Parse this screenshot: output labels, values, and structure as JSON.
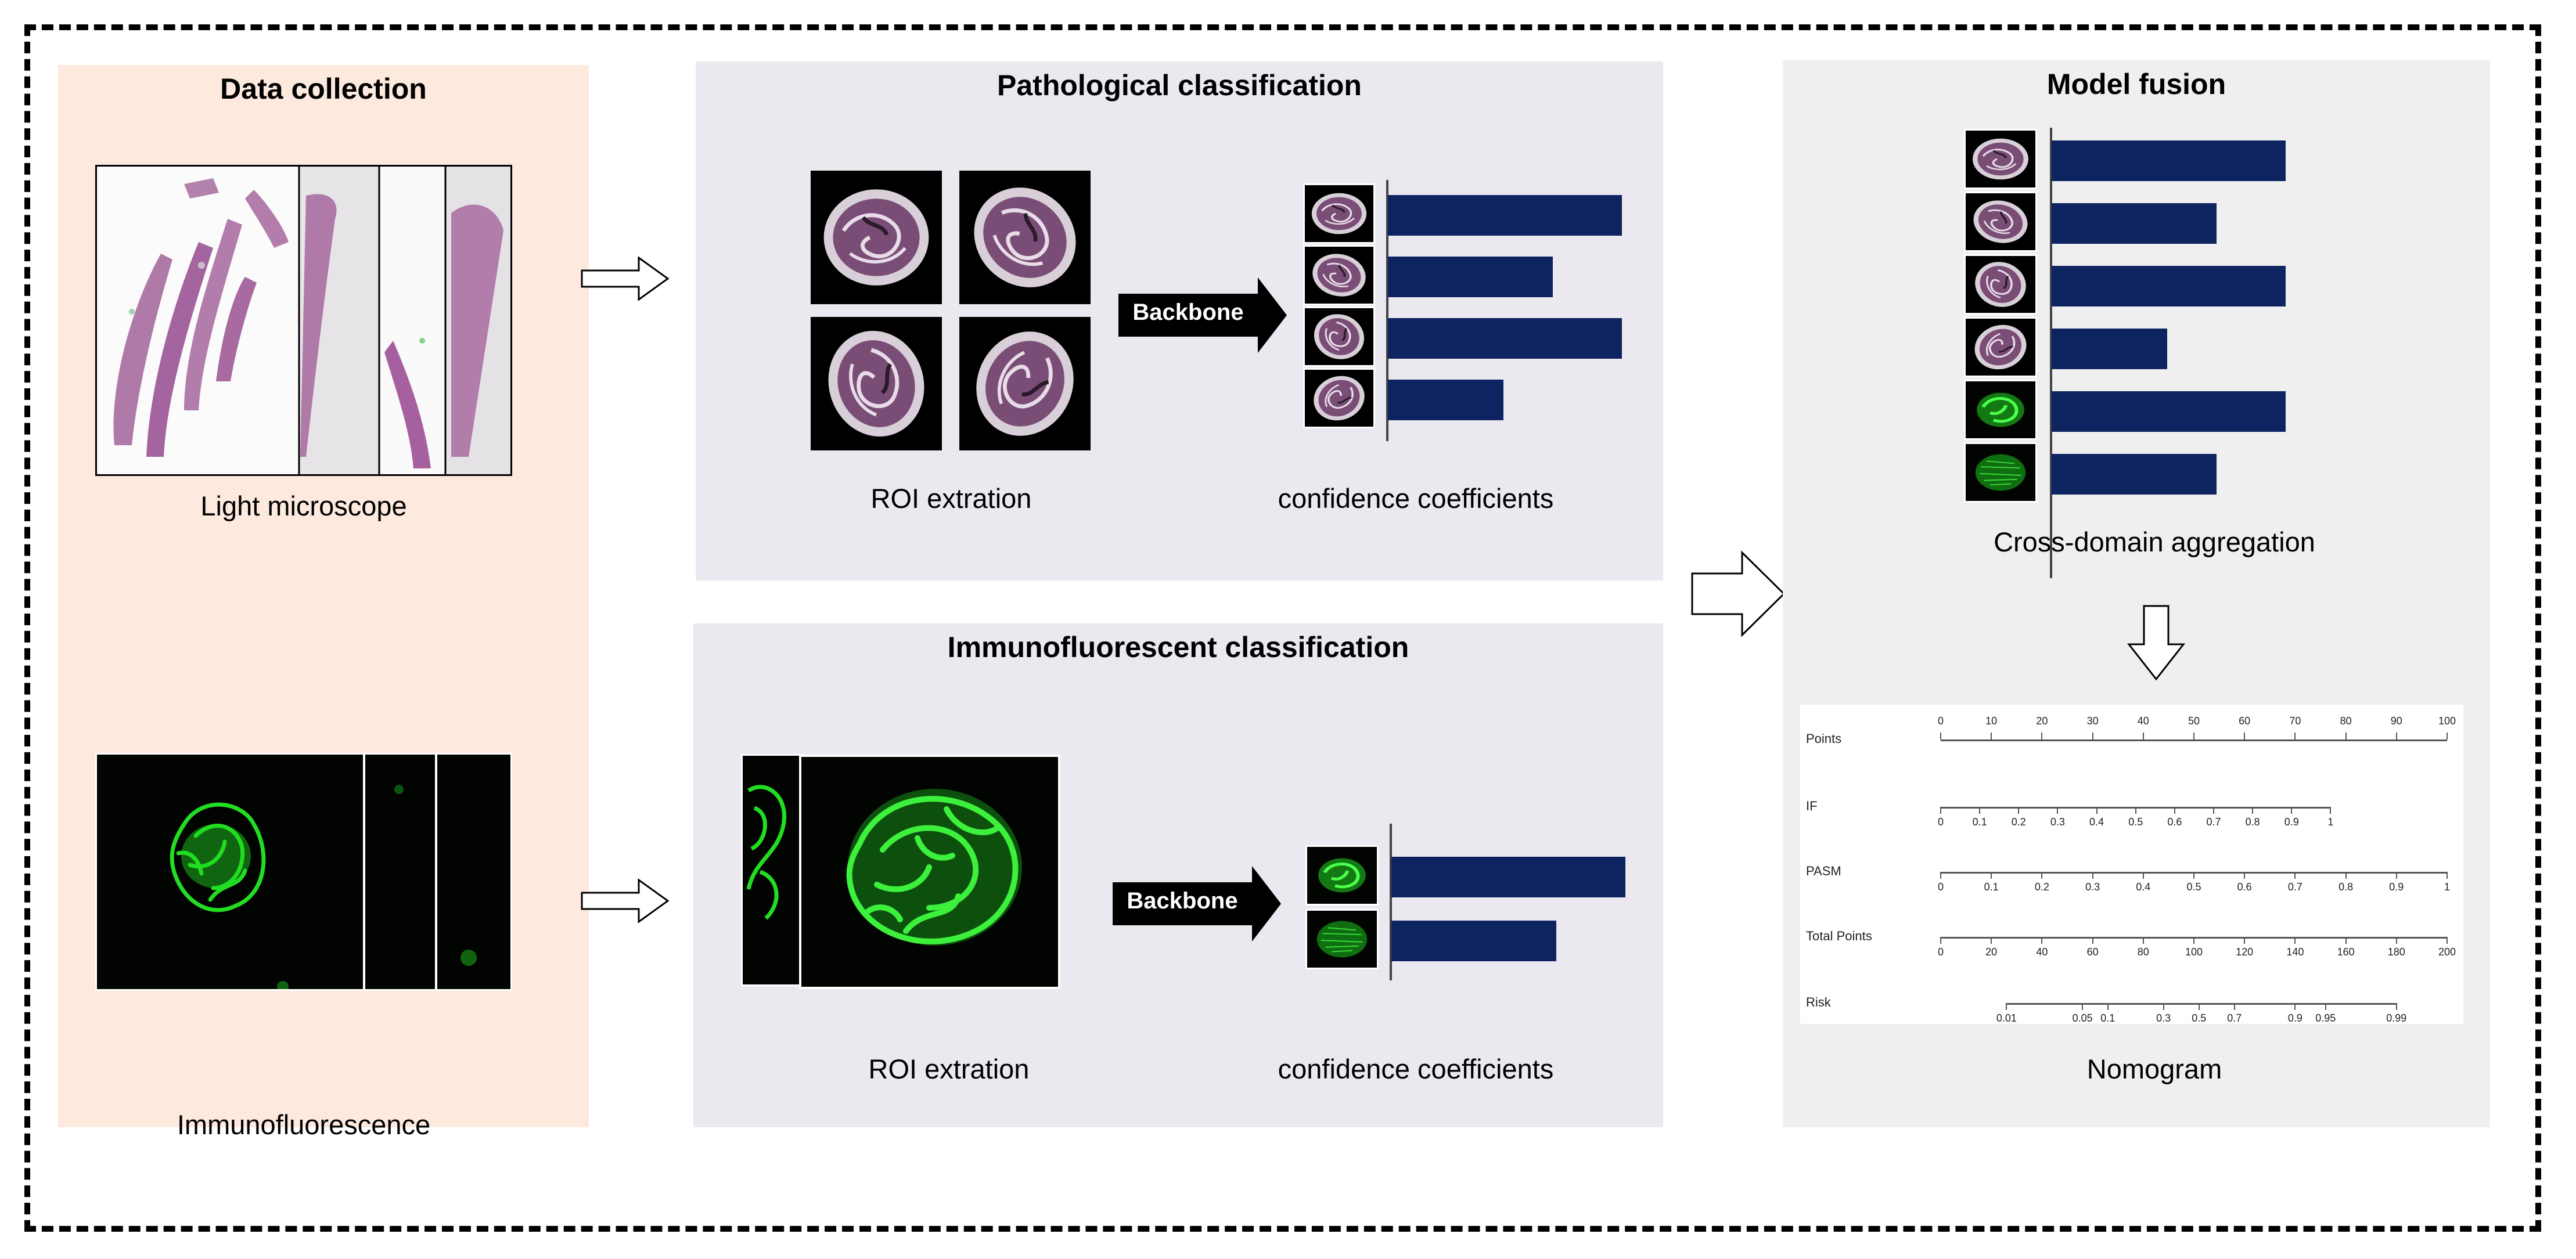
{
  "data_collection": {
    "title": "Data collection",
    "light_caption": "Light microscope",
    "if_caption": "Immunofluorescence"
  },
  "pathological": {
    "title": "Pathological classification",
    "roi_caption": "ROI extration",
    "backbone_label": "Backbone",
    "conf_caption": "confidence coefficients",
    "confidences": [
      0.95,
      0.67,
      0.95,
      0.47
    ]
  },
  "immunofluorescent": {
    "title": "Immunofluorescent classification",
    "roi_caption": "ROI extration",
    "backbone_label": "Backbone",
    "conf_caption": "confidence coefficients",
    "confidences": [
      0.95,
      0.67
    ]
  },
  "model_fusion": {
    "title": "Model fusion",
    "aggregation_caption": "Cross-domain aggregation",
    "aggregation_values": [
      0.95,
      0.67,
      0.95,
      0.47,
      0.95,
      0.67
    ],
    "nomogram_caption": "Nomogram"
  },
  "nomogram": {
    "rows": [
      {
        "label": "Points",
        "ticks": [
          "0",
          "10",
          "20",
          "30",
          "40",
          "50",
          "60",
          "70",
          "80",
          "90",
          "100"
        ],
        "positions": [
          0,
          0.1,
          0.2,
          0.3,
          0.4,
          0.5,
          0.6,
          0.7,
          0.8,
          0.9,
          1.0
        ],
        "span": [
          0,
          1.0
        ],
        "labels_above": true
      },
      {
        "label": "IF",
        "ticks": [
          "0",
          "0.1",
          "0.2",
          "0.3",
          "0.4",
          "0.5",
          "0.6",
          "0.7",
          "0.8",
          "0.9",
          "1"
        ],
        "positions": [
          0,
          0.077,
          0.154,
          0.231,
          0.308,
          0.385,
          0.462,
          0.539,
          0.616,
          0.693,
          0.77
        ],
        "span": [
          0,
          0.77
        ],
        "labels_above": false
      },
      {
        "label": "PASM",
        "ticks": [
          "0",
          "0.1",
          "0.2",
          "0.3",
          "0.4",
          "0.5",
          "0.6",
          "0.7",
          "0.8",
          "0.9",
          "1"
        ],
        "positions": [
          0,
          0.1,
          0.2,
          0.3,
          0.4,
          0.5,
          0.6,
          0.7,
          0.8,
          0.9,
          1.0
        ],
        "span": [
          0,
          1.0
        ],
        "labels_above": false
      },
      {
        "label": "Total Points",
        "ticks": [
          "0",
          "20",
          "40",
          "60",
          "80",
          "100",
          "120",
          "140",
          "160",
          "180",
          "200"
        ],
        "positions": [
          0,
          0.1,
          0.2,
          0.3,
          0.4,
          0.5,
          0.6,
          0.7,
          0.8,
          0.9,
          1.0
        ],
        "span": [
          0,
          1.0
        ],
        "labels_above": false
      },
      {
        "label": "Risk",
        "ticks": [
          "0.01",
          "0.05",
          "0.1",
          "0.3",
          "0.5",
          "0.7",
          "0.9",
          "0.95",
          "0.99"
        ],
        "positions": [
          0.13,
          0.28,
          0.33,
          0.44,
          0.51,
          0.58,
          0.7,
          0.76,
          0.9
        ],
        "span": [
          0.13,
          0.9
        ],
        "labels_above": false
      }
    ]
  },
  "colors": {
    "data_collection_bg": "#fde9dd",
    "classification_bg": "#ebe8f0",
    "fusion_bg": "#efefef",
    "bar": "#0e2461",
    "fluorescence": "#22dd22",
    "tissue": "#a86aa0"
  }
}
